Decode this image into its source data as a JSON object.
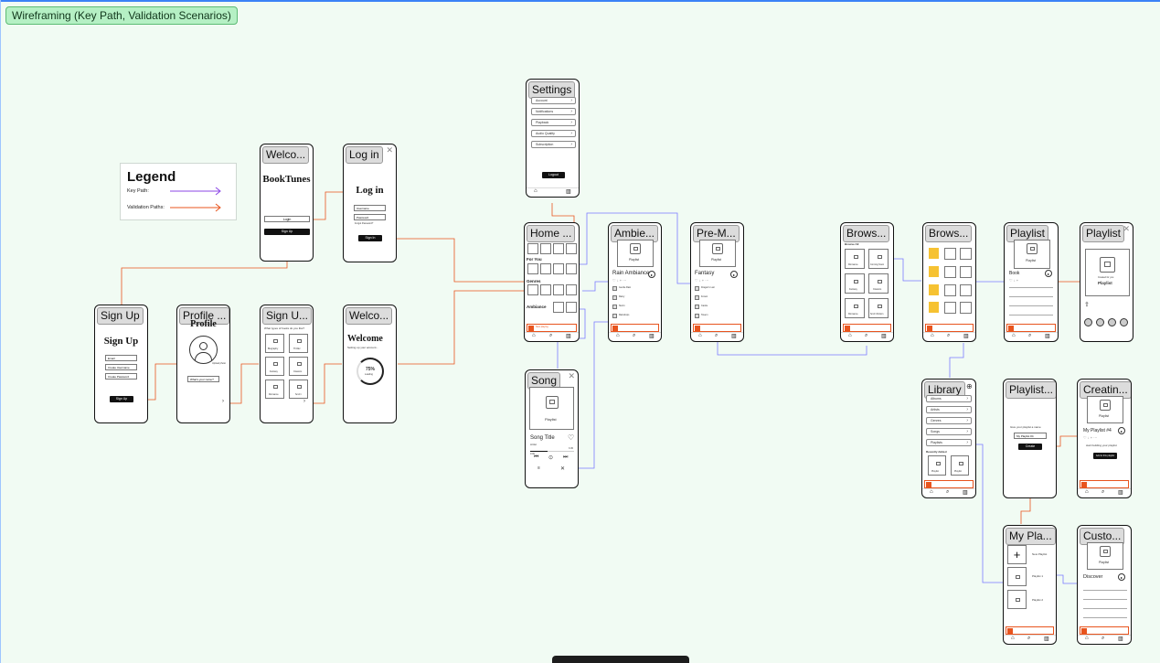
{
  "frame_title": "Wireframing (Key Path, Validation Scenarios)",
  "legend": {
    "title": "Legend",
    "key_path_label": "Key Path:",
    "validation_label": "Validation Paths:",
    "key_path_color": "#8b46e6",
    "validation_color": "#e8541e"
  },
  "colors": {
    "background": "#f1fbf3",
    "accent": "#e8541e",
    "link": "#7b7bff",
    "yellow": "#f6c232"
  },
  "screens": {
    "welcome1": {
      "tag": "Welco...",
      "brand": "BookTunes",
      "login_btn": "Login",
      "signup_btn": "Sign Up"
    },
    "login": {
      "tag": "Log in",
      "heading": "Log in",
      "field1": "Username",
      "field2": "Password",
      "forgot": "Forgot Password?",
      "button": "Sign In"
    },
    "signup": {
      "tag": "Sign Up",
      "heading": "Sign Up",
      "field1": "Email",
      "field2": "Create Username",
      "field3": "Create Password",
      "button": "Sign Up"
    },
    "profile": {
      "tag": "Profile ...",
      "heading": "Profile",
      "upload": "Upload photo",
      "name_field": "What's your name?"
    },
    "signup_genres": {
      "tag": "Sign U...",
      "question": "What types of books do you like?",
      "genres": [
        "Biography",
        "Thriller",
        "Fantasy",
        "Classics",
        "Romance",
        "Sci-Fi"
      ]
    },
    "welcome2": {
      "tag": "Welco...",
      "heading": "Welcome",
      "sub": "Setting up your account...",
      "percent": "75%",
      "loading": "Loading"
    },
    "home": {
      "tag": "Home ...",
      "for_you": "For You",
      "genres": "Genres",
      "ambiance": "Ambiance",
      "player_label": "Now playing"
    },
    "settings": {
      "tag": "Settings",
      "items": [
        "Account",
        "Notifications",
        "Playback",
        "Audio Quality",
        "Subscription"
      ],
      "button": "Logout"
    },
    "song": {
      "tag": "Song",
      "playlist": "Playlist",
      "title": "Song Title",
      "artist": "Artist",
      "time_start": "0:00",
      "time_end": "3:45"
    },
    "ambiance": {
      "tag": "Ambie...",
      "playlist": "Playlist",
      "name": "Rain Ambiance",
      "tracks": [
        "Gentle Rain",
        "Rainy",
        "Storm",
        "Raindrops"
      ]
    },
    "premade": {
      "tag": "Pre-M...",
      "playlist": "Playlist",
      "name": "Fantasy",
      "tracks": [
        "Dragon's Lair",
        "Forest",
        "Castle",
        "Tavern"
      ]
    },
    "browse1": {
      "tag": "Brows...",
      "label": "Browse All",
      "cats": [
        "Romance",
        "Coming Soon",
        "Fantasy",
        "Classics",
        "Romance",
        "Sci-Fi Fiction"
      ]
    },
    "browse2": {
      "tag": "Brows..."
    },
    "playlist1": {
      "tag": "Playlist",
      "img": "Playlist",
      "name": "Book"
    },
    "playlist2": {
      "tag": "Playlist",
      "img": "Playlist",
      "sub": "Created for you"
    },
    "library": {
      "tag": "Library",
      "items": [
        "Albums",
        "Artists",
        "Genres",
        "Songs",
        "Playlists"
      ],
      "recent": "Recently Added",
      "r1": "Playlist",
      "r2": "Playlist"
    },
    "playlist_name": {
      "tag": "Playlist...",
      "prompt": "Give your playlist a name",
      "field": "My Playlist #4",
      "button": "Create"
    },
    "creating": {
      "tag": "Creatin...",
      "img": "Playlist",
      "name": "My Playlist #4",
      "sub": "start building your playlist",
      "button": "Add to this playlist"
    },
    "myplaylists": {
      "tag": "My Pla...",
      "new": "New Playlist",
      "p1": "Playlist 1",
      "p2": "Playlist 2"
    },
    "custom": {
      "tag": "Custo...",
      "img": "Playlist",
      "name": "Discover"
    }
  }
}
